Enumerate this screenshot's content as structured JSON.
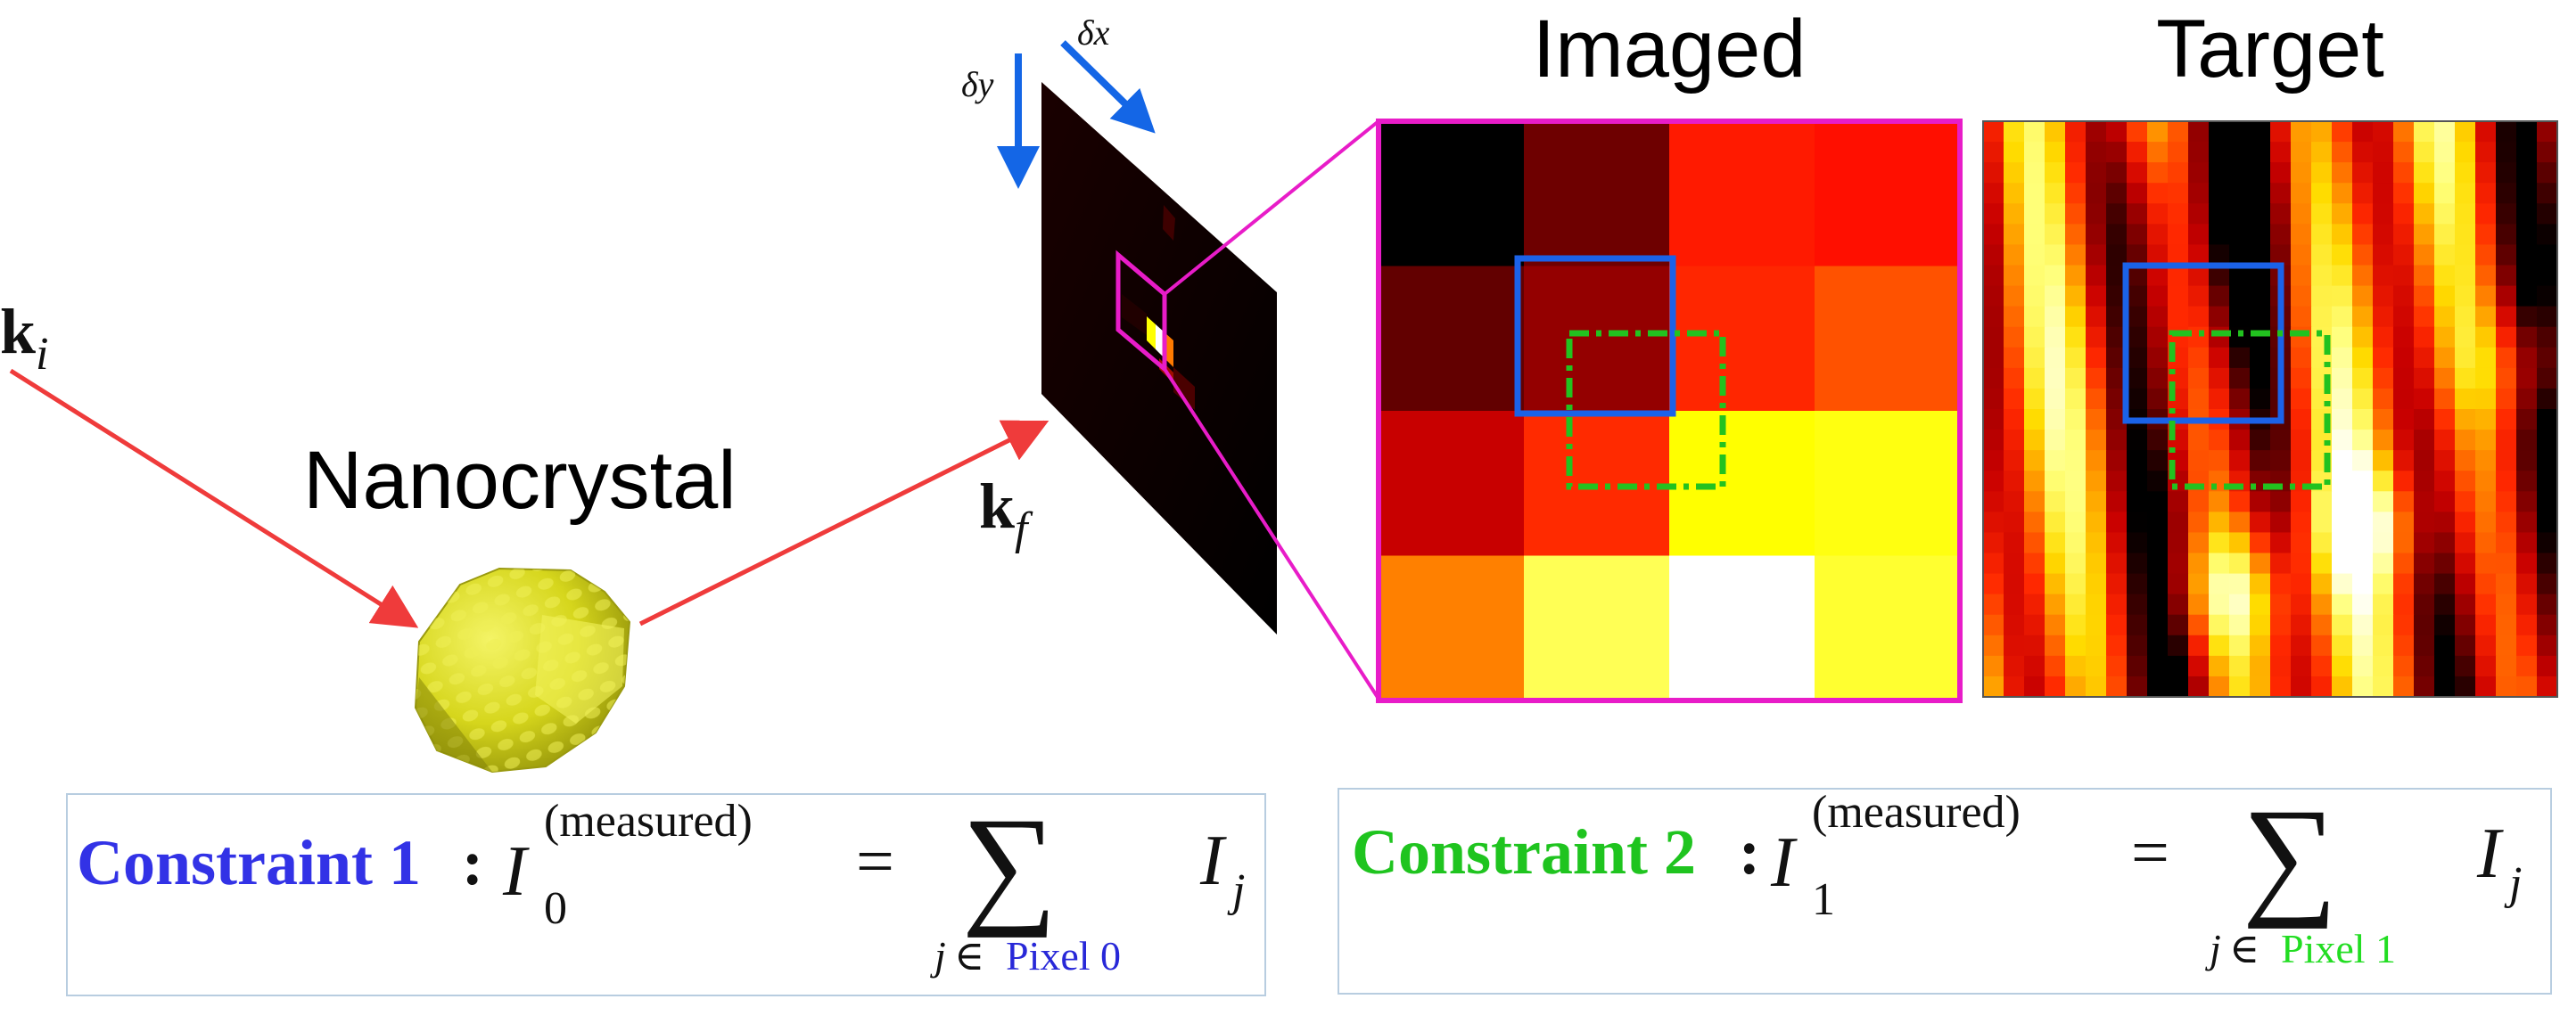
{
  "labels": {
    "incident_k": "k",
    "incident_sub": "i",
    "final_k": "k",
    "final_sub": "f",
    "dx_delta": "δ",
    "dx_var": "x",
    "dy_delta": "δ",
    "dy_var": "y",
    "nanocrystal": "Nanocrystal",
    "imaged": "Imaged",
    "target": "Target"
  },
  "constraint1": {
    "label": "Constraint 1",
    "colon": ":",
    "I": "I",
    "sub": "0",
    "sup": "(measured)",
    "eq": "=",
    "sum": "∑",
    "j": "j",
    "in": "∈",
    "pixel": "Pixel 0",
    "Ij_I": "I",
    "Ij_j": "j"
  },
  "constraint2": {
    "label": "Constraint 2",
    "colon": ":",
    "I": "I",
    "sub": "1",
    "sup": "(measured)",
    "eq": "=",
    "sum": "∑",
    "j": "j",
    "in": "∈",
    "pixel": "Pixel 1",
    "Ij_I": "I",
    "Ij_j": "j"
  },
  "colors": {
    "arrow_red": "#ef3b3b",
    "arrow_blue": "#1466e6",
    "magenta": "#e81cc8",
    "box_blue": "#1b62e8",
    "box_green": "#22c21f",
    "constraint1_blue": "#3232e6",
    "constraint2_green": "#1fc41f",
    "pixel0_blue": "#2828d8",
    "pixel1_green": "#22dd22",
    "crystal": "#d8d81e"
  },
  "imaged_grid": [
    [
      "#000000",
      "#6e0000",
      "#ff1a00",
      "#ff0f00"
    ],
    [
      "#620000",
      "#940000",
      "#ff2600",
      "#ff5200"
    ],
    [
      "#c80000",
      "#ff2a00",
      "#ffff00",
      "#ffff10"
    ],
    [
      "#ff8000",
      "#ffff55",
      "#ffffff",
      "#ffff30"
    ]
  ]
}
